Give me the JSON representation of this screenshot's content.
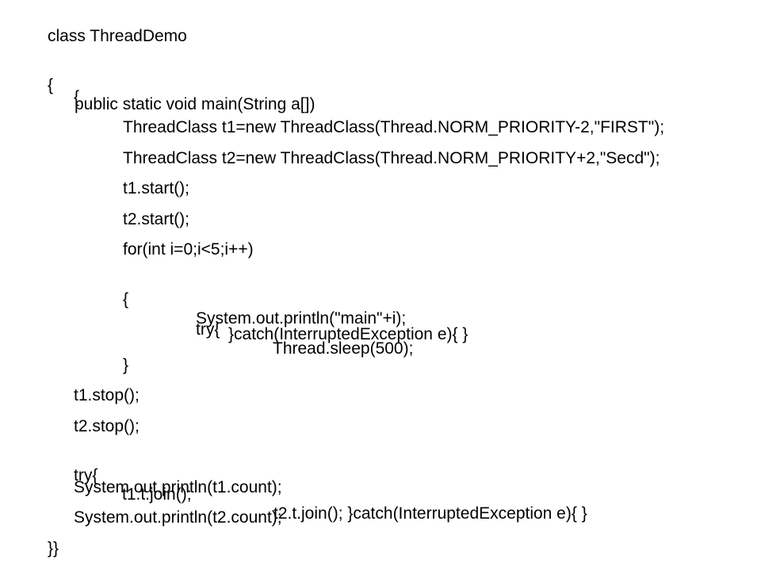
{
  "code": {
    "l01": "class ThreadDemo",
    "l02_brace": "{",
    "l02_text": "public static void main(String a[])",
    "l03": "{",
    "l04": "ThreadClass t1=new ThreadClass(Thread.NORM_PRIORITY-2,\"FIRST\");",
    "l05": "ThreadClass t2=new ThreadClass(Thread.NORM_PRIORITY+2,\"Secd\");",
    "l06": "t1.start();",
    "l07": "t2.start();",
    "l08": "for(int i=0;i<5;i++)",
    "l09_brace": "{",
    "l09_text": "System.out.println(\"main\"+i);",
    "l10_try": "try{",
    "l10_text": "Thread.sleep(500);",
    "l11": "}catch(InterruptedException e){ }",
    "l12": "}",
    "l13": "t1.stop();",
    "l14": "t2.stop();",
    "l15_try": "try{",
    "l15_a": "t1.t.join();",
    "l15_b": "t2.t.join(); }catch(InterruptedException e){ }",
    "l16": "System.out.println(t1.count);",
    "l17": "System.out.println(t2.count);",
    "l18": "}}"
  }
}
